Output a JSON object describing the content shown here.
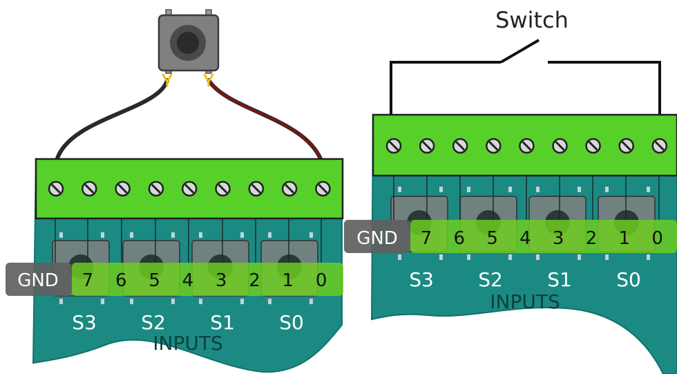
{
  "diagrams": [
    {
      "component": "pushbutton",
      "terminal_count": 9,
      "pin_labels": [
        "GND",
        "7",
        "6",
        "5",
        "4",
        "3",
        "2",
        "1",
        "0"
      ],
      "switch_labels": [
        "S3",
        "S2",
        "S1",
        "S0"
      ],
      "board_label": "INPUTS"
    },
    {
      "component": "switch",
      "switch_text": "Switch",
      "terminal_count": 9,
      "pin_labels": [
        "GND",
        "7",
        "6",
        "5",
        "4",
        "3",
        "2",
        "1",
        "0"
      ],
      "switch_labels": [
        "S3",
        "S2",
        "S1",
        "S0"
      ],
      "board_label": "INPUTS"
    }
  ],
  "colors": {
    "board": "#1b8a83",
    "board_edge": "#12706a",
    "terminal_block": "#57d12a",
    "pin_highlight": "#6fd01f",
    "gnd_box": "#5f6061",
    "wire_black": "#2a2a2a",
    "wire_red": "#7a1612",
    "connector": "#e8c313",
    "button_body": "#808080",
    "button_dark": "#3a3a3a"
  }
}
